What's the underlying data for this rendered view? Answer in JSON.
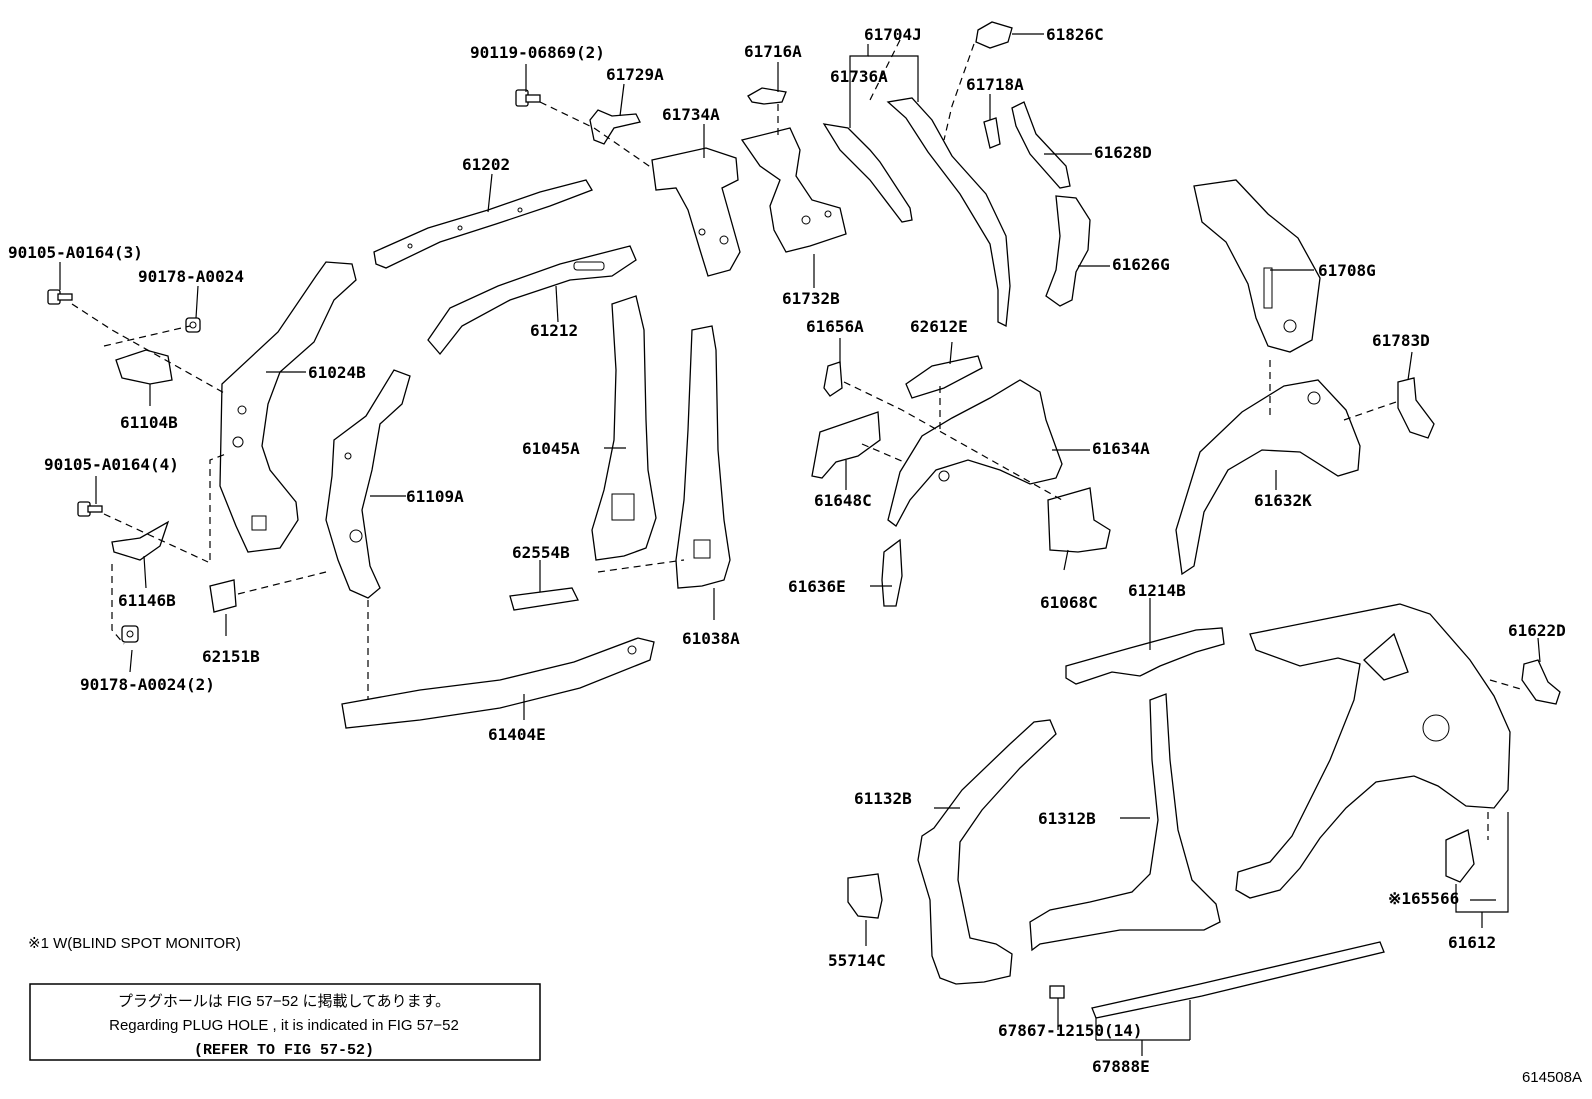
{
  "parts": {
    "p90119": "90119-06869(2)",
    "p61729A": "61729A",
    "p61716A": "61716A",
    "p61704J": "61704J",
    "p61826C": "61826C",
    "p61736A": "61736A",
    "p61718A": "61718A",
    "p61734A": "61734A",
    "p61628D": "61628D",
    "p61202": "61202",
    "p90105a": "90105-A0164(3)",
    "p90178a": "90178-A0024",
    "p61626G": "61626G",
    "p61708G": "61708G",
    "p61732B": "61732B",
    "p61212": "61212",
    "p61656A": "61656A",
    "p62612E": "62612E",
    "p61783D": "61783D",
    "p61024B": "61024B",
    "p61104B": "61104B",
    "p61045A": "61045A",
    "p61634A": "61634A",
    "p90105b": "90105-A0164(4)",
    "p61109A": "61109A",
    "p61648C": "61648C",
    "p61632K": "61632K",
    "p62554B": "62554B",
    "p61146B": "61146B",
    "p61636E": "61636E",
    "p61068C": "61068C",
    "p61214B": "61214B",
    "p61038A": "61038A",
    "p62151B": "62151B",
    "p61622D": "61622D",
    "p90178b": "90178-A0024(2)",
    "p61404E": "61404E",
    "p61132B": "61132B",
    "p61312B": "61312B",
    "p165566": "※165566",
    "p61612": "61612",
    "p55714C": "55714C",
    "p67867": "67867-12150(14)",
    "p67888E": "67888E"
  },
  "notes": {
    "bsm": "※1 W(BLIND SPOT MONITOR)",
    "plug_jp": "プラグホールは FIG 57−52 に掲載してあります。",
    "plug_en": "Regarding  PLUG  HOLE , it is indicated in  FIG  57−52",
    "refer": "(REFER TO FIG 57-52)"
  },
  "figure_id": "614508A"
}
